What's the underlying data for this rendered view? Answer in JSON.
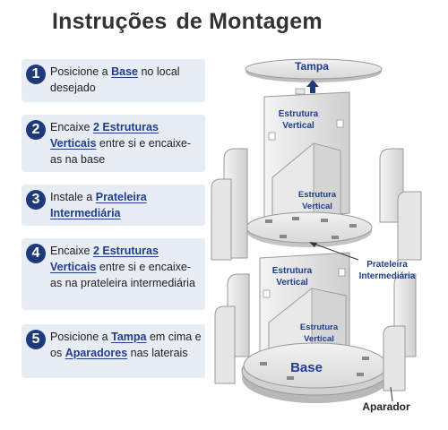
{
  "title": {
    "part1": "Instruções",
    "part2": "de Montagem"
  },
  "steps": [
    {
      "number": "1",
      "segments": [
        {
          "t": "Posicione a "
        },
        {
          "t": "Base",
          "h": true
        },
        {
          "t": " no local desejado"
        }
      ]
    },
    {
      "number": "2",
      "segments": [
        {
          "t": "Encaixe "
        },
        {
          "t": "2 Estruturas Verticais",
          "h": true
        },
        {
          "t": " entre si e encaixe-as na base"
        }
      ]
    },
    {
      "number": "3",
      "segments": [
        {
          "t": "Instale a "
        },
        {
          "t": "Prateleira Intermediária",
          "h": true
        }
      ]
    },
    {
      "number": "4",
      "segments": [
        {
          "t": "Encaixe "
        },
        {
          "t": "2 Estruturas Verticais",
          "h": true
        },
        {
          "t": " entre si e encaixe-as na prateleira intermediária"
        }
      ]
    },
    {
      "number": "5",
      "segments": [
        {
          "t": "Posicione a "
        },
        {
          "t": "Tampa",
          "h": true
        },
        {
          "t": " em cima e os "
        },
        {
          "t": "Aparadores",
          "h": true
        },
        {
          "t": " nas laterais"
        }
      ]
    }
  ],
  "labels": {
    "tampa": "Tampa",
    "estrutura_vertical_1": "Estrutura",
    "estrutura_vertical_2": "Vertical",
    "prateleira_1": "Prateleira",
    "prateleira_2": "Intermediária",
    "base": "Base",
    "aparador": "Aparador"
  },
  "colors": {
    "accent": "#1f3a7a",
    "highlight": "#1f3d8c",
    "step_bg": "#e8ecf4"
  }
}
